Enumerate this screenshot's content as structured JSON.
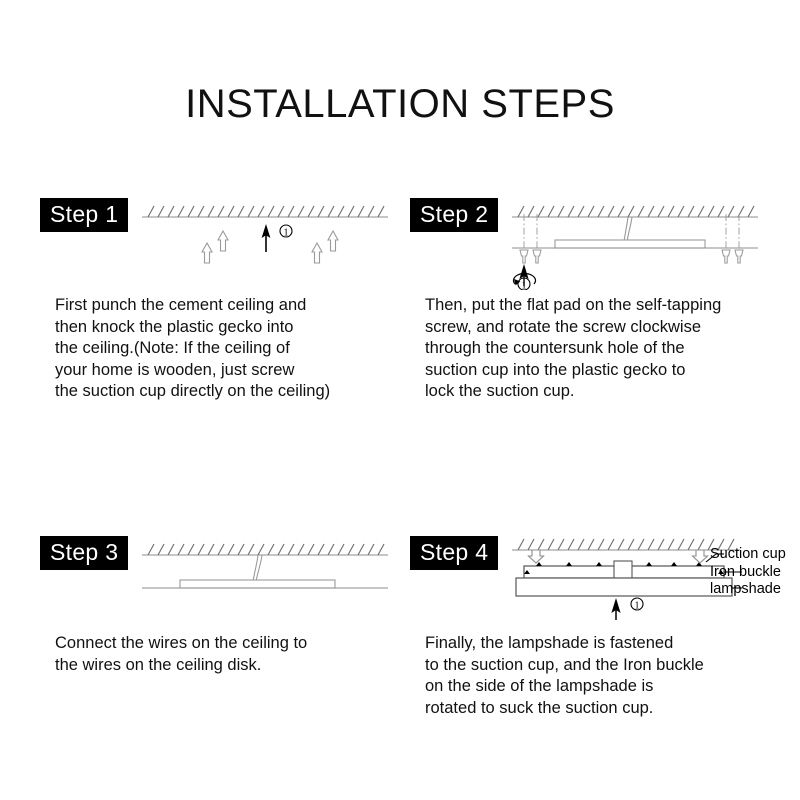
{
  "page": {
    "title": "INSTALLATION STEPS",
    "background_color": "#ffffff",
    "text_color": "#111111",
    "badge_background": "#000000",
    "badge_text_color": "#ffffff",
    "line_color": "#999999"
  },
  "steps": [
    {
      "badge": "Step 1",
      "marker": "①",
      "body": "First punch the cement ceiling and\nthen knock the plastic gecko into\nthe ceiling.(Note: If the ceiling of\nyour home is wooden, just screw\nthe suction cup directly on the ceiling)",
      "diagram_name": "ceiling-with-plastic-gecko-anchors"
    },
    {
      "badge": "Step 2",
      "marker": "①",
      "body": "Then, put the flat pad on the self-tapping\nscrew, and rotate the screw clockwise\nthrough the countersunk hole of the\nsuction cup into the plastic gecko to\nlock the suction cup.",
      "diagram_name": "suction-cup-screwed-to-ceiling"
    },
    {
      "badge": "Step 3",
      "marker": "",
      "body": "Connect the wires on the ceiling to\nthe wires on the ceiling disk.",
      "diagram_name": "ceiling-disk-wire-connection"
    },
    {
      "badge": "Step 4",
      "marker": "①",
      "body": "Finally, the lampshade is fastened\nto the suction cup, and the Iron buckle\non the side of the lampshade is\nrotated to suck the suction cup.",
      "diagram_name": "lampshade-fastened-to-suction-cup",
      "callouts": [
        "Suction cup",
        "Iron buckle",
        "lampshade"
      ]
    }
  ]
}
